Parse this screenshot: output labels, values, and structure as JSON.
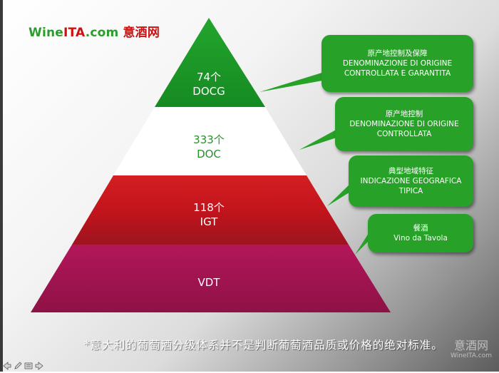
{
  "logo": {
    "wine": "Wine",
    "ita": "ITA",
    "com": ".com",
    "cn": "意酒网"
  },
  "tiers": [
    {
      "count": "74个",
      "name": "DOCG",
      "fill": "#1e9a28",
      "text_color": "#ffffff"
    },
    {
      "count": "333个",
      "name": "DOC",
      "fill": "#ffffff",
      "text_color": "#2a8f2a"
    },
    {
      "count": "118个",
      "name": "IGT",
      "fill": "#c8141e",
      "text_color": "#ffffff"
    },
    {
      "count": "",
      "name": "VDT",
      "fill": "#a3134d",
      "text_color": "#ffffff"
    }
  ],
  "callouts": [
    {
      "cn": "原产地控制及保障",
      "line1": "DENOMINAZIONE DI ORIGINE",
      "line2": "CONTROLLATA E GARANTITA"
    },
    {
      "cn": "原产地控制",
      "line1": "DENOMINAZIONE DI ORIGINE",
      "line2": "CONTROLLATA"
    },
    {
      "cn": "典型地域特征",
      "line1": "INDICAZIONE GEOGRAFICA",
      "line2": "TIPICA"
    },
    {
      "cn": "餐酒",
      "line1": "Vino da Tavola",
      "line2": ""
    }
  ],
  "footnote": "*意大利的葡萄酒分级体系并不是判断葡萄酒品质或价格的绝对标准。",
  "watermark": {
    "cn": "意酒网",
    "en": "WineITA.com"
  },
  "colors": {
    "callout_green": "#27a127",
    "logo_green": "#2d9b2d",
    "logo_red": "#cc1111"
  },
  "nav_icons": [
    "prev-arrow-icon",
    "pen-icon",
    "menu-icon",
    "next-arrow-icon"
  ]
}
